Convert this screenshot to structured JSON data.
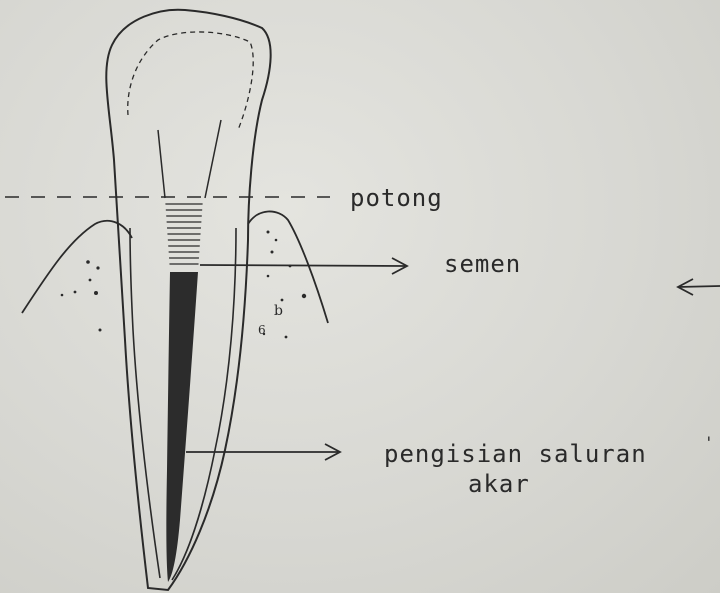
{
  "labels": {
    "potong": "potong",
    "semen": "semen",
    "pengisian_line1": "pengisian saluran",
    "pengisian_line2": "akar"
  },
  "colors": {
    "paper": "#d9d9d4",
    "ink": "#2a2a2a"
  }
}
